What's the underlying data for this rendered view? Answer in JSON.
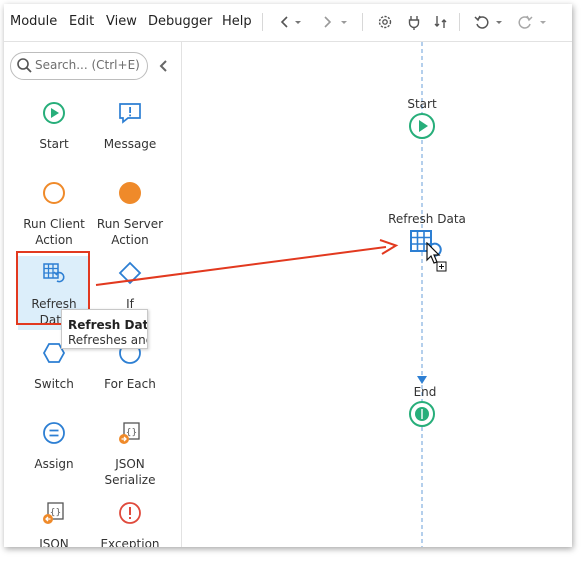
{
  "menu": {
    "items": [
      {
        "label": "Module"
      },
      {
        "label": "Edit"
      },
      {
        "label": "View"
      },
      {
        "label": "Debugger"
      },
      {
        "label": "Help"
      }
    ]
  },
  "toolbar": {
    "icons": [
      "back-arrow-icon",
      "back-dropdown-icon",
      "forward-arrow-icon",
      "forward-dropdown-icon",
      "gear-icon",
      "plug-icon",
      "sort-icon",
      "undo-icon",
      "undo-dropdown-icon",
      "redo-icon",
      "redo-dropdown-icon"
    ]
  },
  "search": {
    "placeholder": "Search... (Ctrl+E)"
  },
  "toolbox": {
    "items": [
      {
        "label": "Start",
        "icon": "start-icon",
        "color": "#27ae7a"
      },
      {
        "label": "Message",
        "icon": "message-icon",
        "color": "#2d7fd3"
      },
      {
        "label": "Run Client Action",
        "icon": "run-client-action-icon",
        "color": "#ef8a2a"
      },
      {
        "label": "Run Server Action",
        "icon": "run-server-action-icon",
        "color": "#ef8a2a"
      },
      {
        "label": "Refresh Data",
        "icon": "refresh-data-icon",
        "color": "#2d7fd3"
      },
      {
        "label": "If",
        "icon": "if-icon",
        "color": "#2d7fd3"
      },
      {
        "label": "Switch",
        "icon": "switch-icon",
        "color": "#2d7fd3"
      },
      {
        "label": "For Each",
        "icon": "for-each-icon",
        "color": "#2d7fd3"
      },
      {
        "label": "Assign",
        "icon": "assign-icon",
        "color": "#2d7fd3"
      },
      {
        "label": "JSON Serialize",
        "icon": "json-serialize-icon",
        "color": "#555555"
      },
      {
        "label": "JSON Deserialize",
        "icon": "json-deserialize-icon",
        "color": "#555555"
      },
      {
        "label": "Exception Handler",
        "icon": "exception-handler-icon",
        "color": "#e04a3c"
      }
    ]
  },
  "tooltip": {
    "title": "Refresh Data",
    "description": "Refreshes and"
  },
  "canvas": {
    "nodes": {
      "start": {
        "label": "Start"
      },
      "refresh": {
        "label": "Refresh Data"
      },
      "end": {
        "label": "End"
      }
    }
  },
  "colors": {
    "accent": "#2d7fd3",
    "flow_green": "#27ae7a",
    "highlight_red": "#e2391f",
    "selection_bg": "#dceefa"
  }
}
